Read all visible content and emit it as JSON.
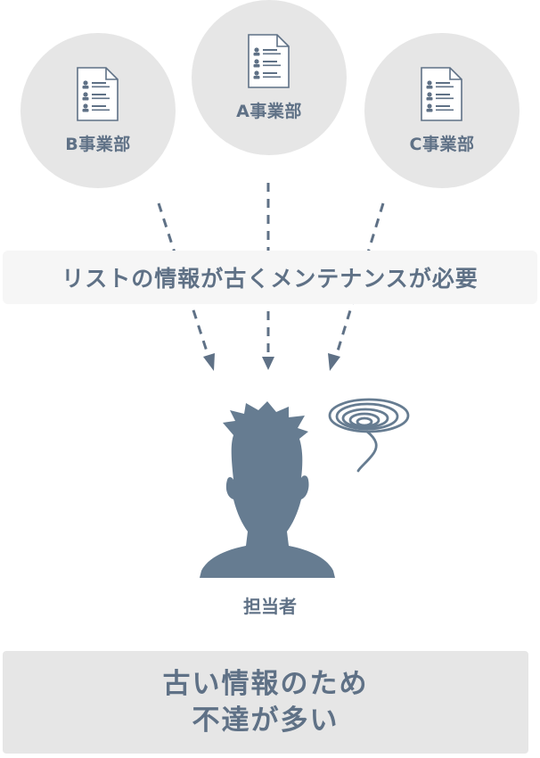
{
  "departments": {
    "a": {
      "label": "A事業部",
      "icon": "document-icon"
    },
    "b": {
      "label": "B事業部",
      "icon": "document-icon"
    },
    "c": {
      "label": "C事業部",
      "icon": "document-icon"
    }
  },
  "banner": {
    "text": "リストの情報が古くメンテナンスが必要"
  },
  "person": {
    "label": "担当者",
    "icon": "person-silhouette-icon",
    "confusion_icon": "dizzy-swirl-icon"
  },
  "result": {
    "line1": "古い情報のため",
    "line2": "不達が多い"
  },
  "colors": {
    "accent": "#5f7186",
    "circle_bg": "#e6e6e6",
    "banner_bg": "#f6f6f6",
    "result_bg": "#e6e6e6"
  }
}
